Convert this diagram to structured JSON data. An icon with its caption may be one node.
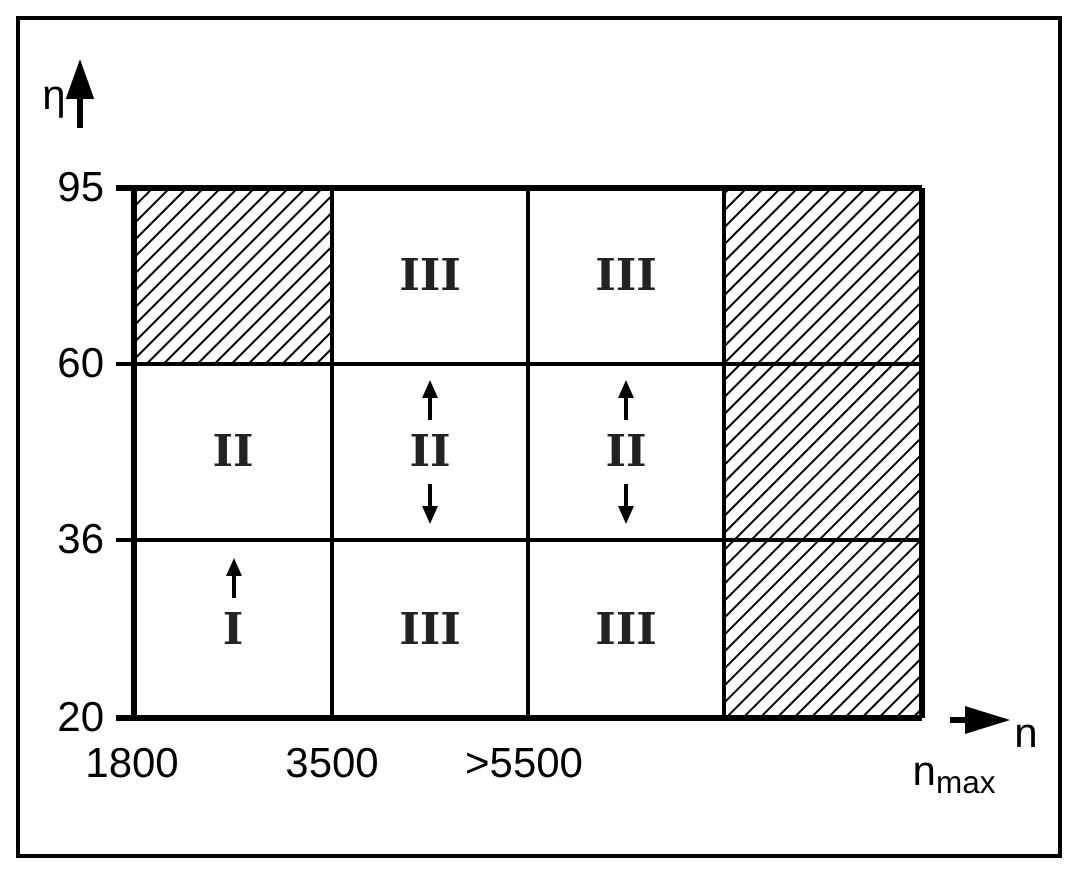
{
  "diagram": {
    "nodes": [
      {
        "text": [],
        "shape": "box"
      },
      {
        "text": [
          "III"
        ]
      },
      {
        "text": [
          "III"
        ]
      },
      {
        "text": [],
        "shape": "box"
      },
      {
        "text": [
          "II"
        ]
      },
      {
        "text": [
          "II"
        ]
      },
      {
        "text": [
          "II"
        ]
      },
      {
        "text": [
          "I"
        ]
      },
      {
        "text": [
          "III"
        ]
      },
      {
        "text": [
          "III"
        ]
      }
    ],
    "labels": [
      "η",
      "95",
      "60",
      "36",
      "20",
      "n",
      "1800",
      "3500",
      ">5500",
      "n$_{max}$"
    ]
  }
}
